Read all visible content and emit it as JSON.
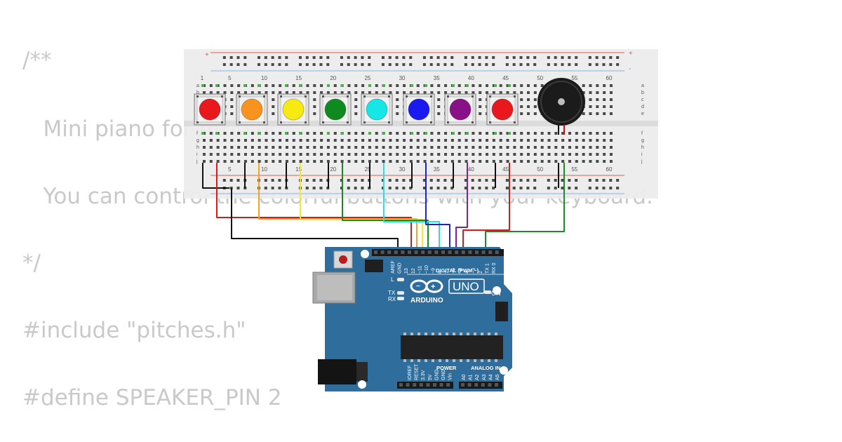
{
  "code": {
    "lines": [
      "/**",
      "   Mini piano for Arduino.",
      "   You can control the colorful buttons with your keyboard.",
      "*/",
      "#include \"pitches.h\"",
      "#define SPEAKER_PIN 2"
    ]
  },
  "breadboard": {
    "columns_top": [
      "1",
      "5",
      "10",
      "15",
      "20",
      "25",
      "30",
      "35",
      "40",
      "45",
      "50",
      "55",
      "60"
    ],
    "columns_bottom": [
      "5",
      "10",
      "15",
      "20",
      "25",
      "30",
      "35",
      "40",
      "45",
      "50",
      "55",
      "60"
    ],
    "rows_top": [
      "a",
      "b",
      "c",
      "d",
      "e"
    ],
    "rows_bottom": [
      "f",
      "g",
      "h",
      "i",
      "j"
    ],
    "rail_plus": "+",
    "rail_minus": "-"
  },
  "buttons": [
    {
      "color": "#e8181c",
      "wire": "#d61b1b"
    },
    {
      "color": "#f7931e",
      "wire": "#f2a21e"
    },
    {
      "color": "#f7ea12",
      "wire": "#f3e82a"
    },
    {
      "color": "#0f8a1f",
      "wire": "#1a8a1f"
    },
    {
      "color": "#16e6e6",
      "wire": "#2adede"
    },
    {
      "color": "#1a1af0",
      "wire": "#2121c8"
    },
    {
      "color": "#8a108a",
      "wire": "#7f1f9a"
    },
    {
      "color": "#e8181c",
      "wire": "#d61b1b"
    }
  ],
  "arduino": {
    "brand": "ARDUINO",
    "model": "UNO",
    "on_label": "ON",
    "digital_label": "DIGITAL (PWM ~)",
    "power_label": "POWER",
    "analog_label": "ANALOG IN",
    "l_label": "L",
    "tx_label": "TX",
    "rx_label": "RX",
    "digital_pins": [
      "AREF",
      "GND",
      "13",
      "12",
      "~11",
      "~10",
      "~9",
      "8",
      "7",
      "~6",
      "~5",
      "4",
      "~3",
      "2",
      "TX 1",
      "RX 0"
    ],
    "power_pins": [
      "IOREF",
      "RESET",
      "3.3V",
      "5V",
      "GND",
      "GND",
      "Vin"
    ],
    "analog_pins": [
      "A0",
      "A1",
      "A2",
      "A3",
      "A4",
      "A5"
    ],
    "board_color": "#2e6d9c"
  }
}
